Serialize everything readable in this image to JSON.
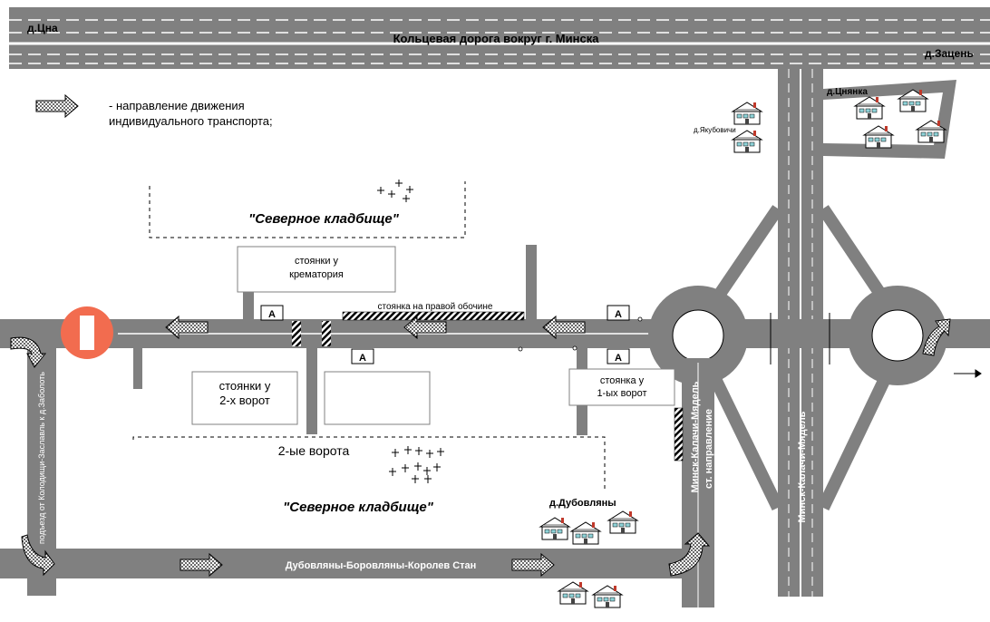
{
  "map": {
    "ring_road": "Кольцевая дорога вокруг г. Минска",
    "villages": {
      "tsna": "д.Цна",
      "zatsen": "д.Зацень",
      "tsnyanka": "д.Цнянка",
      "yakubovichi": "д.Якубовичи",
      "dubovlyany": "д.Дубовляны"
    },
    "legend": {
      "line1": "- направление движения",
      "line2": "индивидуального транспорта;"
    },
    "cemetery_top": "\"Северное кладбище\"",
    "cemetery_bottom": "\"Северное кладбище\"",
    "gate2": "2-ые ворота",
    "parking": {
      "crematorium_l1": "стоянки у",
      "crematorium_l2": "крематория",
      "gate2_l1": "стоянки у",
      "gate2_l2": "2-х ворот",
      "gate1_l1": "стоянка у",
      "gate1_l2": "1-ых ворот",
      "shoulder": "стоянка на правой обочине"
    },
    "bus_stop": "А",
    "roads": {
      "bottom": "Дубовляны-Боровляны-Королев Стан",
      "right": "Минск-Калачи-Мядель",
      "middle_l1": "Минск-Калачи-Мядель",
      "middle_l2": "ст. направление",
      "left": "подъезд от Колодищи-Заславль к д.Заболоть"
    },
    "colors": {
      "road": "#808080",
      "no_entry_sign": "#f26c4f",
      "text": "#000000"
    }
  }
}
